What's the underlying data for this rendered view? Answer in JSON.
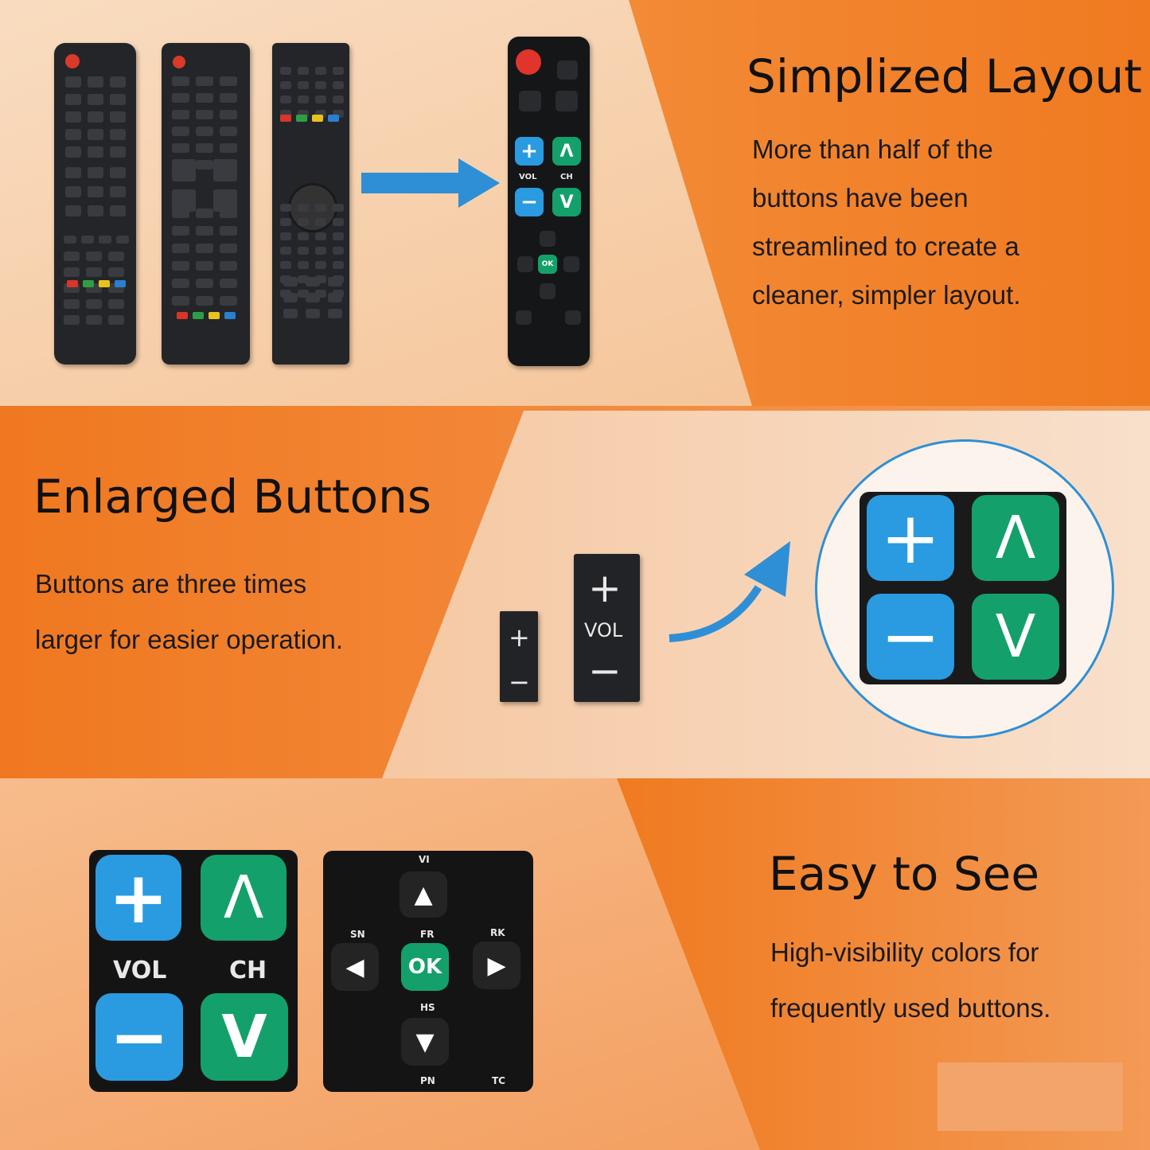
{
  "section1": {
    "heading": "Simplized Layout",
    "body_lines": [
      "More than half of the",
      "buttons have been",
      "streamlined to create a",
      "cleaner, simpler layout."
    ]
  },
  "section2": {
    "heading": "Enlarged Buttons",
    "body_lines": [
      "Buttons are three times",
      "larger for easier operation."
    ],
    "small_button_label": "VOL"
  },
  "section3": {
    "heading": "Easy to See",
    "body_lines": [
      "High-visibility colors for",
      "frequently used buttons."
    ],
    "vol_label": "VOL",
    "ch_label": "CH",
    "ok_label": "OK",
    "dpad_small_labels": [
      "VI",
      "SN",
      "FR",
      "RK",
      "HS",
      "PN",
      "TC"
    ]
  },
  "simple_remote": {
    "vol_label": "VOL",
    "ch_label": "CH",
    "ok_label": "OK"
  },
  "colors": {
    "accent_orange": "#f07a20",
    "button_blue": "#2a9be0",
    "button_green": "#14a06a",
    "power_red": "#e0342c",
    "arrow_blue": "#2e8fd6"
  },
  "icons": [
    "power-icon",
    "mute-icon",
    "input-icon",
    "back-icon",
    "plus-icon",
    "minus-icon",
    "up-icon",
    "down-icon",
    "left-icon",
    "right-icon",
    "home-icon",
    "arrow-right-icon",
    "curved-arrow-icon"
  ]
}
